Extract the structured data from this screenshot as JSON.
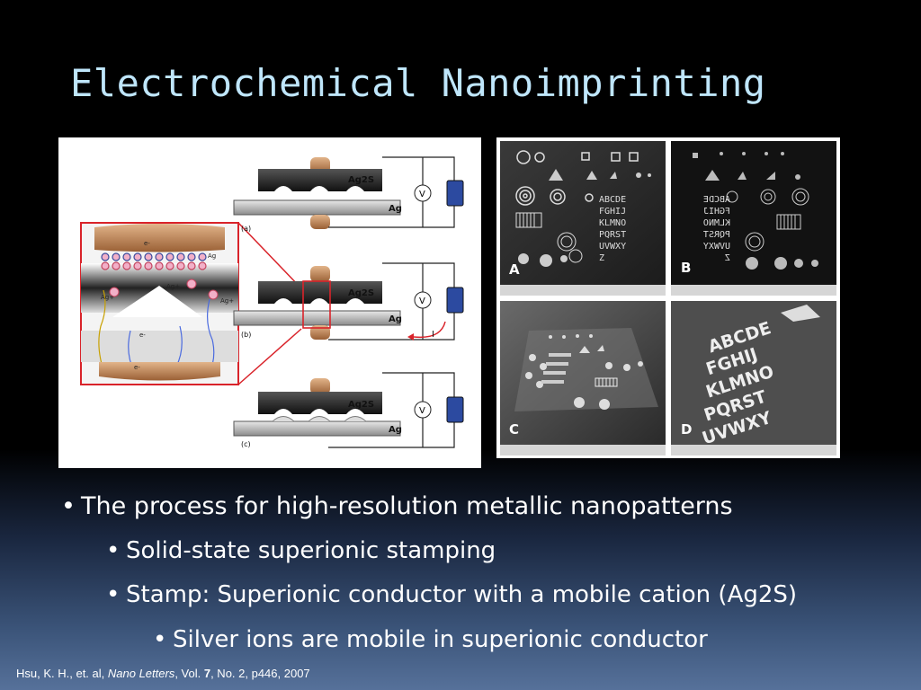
{
  "slide": {
    "title": "Electrochemical Nanoimprinting"
  },
  "figure_left": {
    "layer_labels": [
      "Ag2S",
      "Ag",
      "Ag2S",
      "Ag",
      "Ag2S",
      "Ag"
    ],
    "step_labels": [
      "(a)",
      "(b)",
      "(c)"
    ],
    "voltmeter_label": "V",
    "current_label": "I",
    "zoom_labels": [
      "Ag",
      "Ag+",
      "Ag+",
      "Ag+",
      "e-",
      "e-",
      "e-"
    ]
  },
  "figure_right": {
    "panel_labels": [
      "A",
      "B",
      "C",
      "D"
    ],
    "letters_panel_a": [
      "ABCDE",
      "FGHIJ",
      "KLMNO",
      "PQRST",
      "UVWXY",
      "Z"
    ],
    "letters_panel_b": [
      "ABCDE",
      "FGHIJ",
      "KLMNO",
      "PQRST",
      "UVWXY",
      "Z"
    ]
  },
  "bullets": [
    {
      "text": "The process for high-resolution metallic nanopatterns",
      "level": 1
    },
    {
      "text": "Solid-state superionic stamping",
      "level": 2
    },
    {
      "text": "Stamp: Superionic conductor with a mobile cation (Ag2S)",
      "level": 2
    },
    {
      "text": "Silver ions are mobile in superionic conductor",
      "level": 3
    }
  ],
  "citation": {
    "authors": "Hsu, K. H., et. al, ",
    "journal": "Nano Letters",
    "vol_prefix": ", Vol. ",
    "vol": "7",
    "rest": ", No. 2, p446, 2007"
  },
  "colors": {
    "title": "#bfe6fb",
    "text": "#ffffff",
    "highlight": "#d9232a"
  }
}
